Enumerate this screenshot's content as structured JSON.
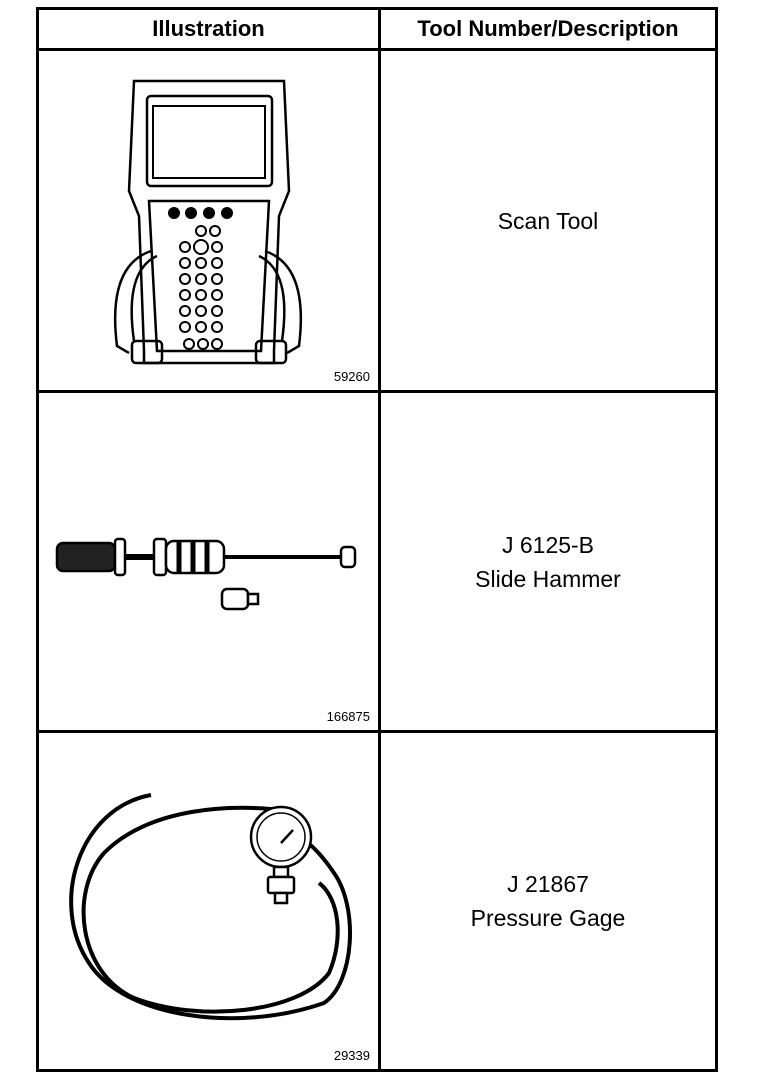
{
  "table": {
    "headers": {
      "illustration": "Illustration",
      "description": "Tool Number/Description"
    },
    "rows": [
      {
        "figure": "59260",
        "tool_number": "",
        "description": "Scan Tool",
        "icon": "scan-tool-icon"
      },
      {
        "figure": "166875",
        "tool_number": "J 6125-B",
        "description": "Slide Hammer",
        "icon": "slide-hammer-icon"
      },
      {
        "figure": "29339",
        "tool_number": "J 21867",
        "description": "Pressure Gage",
        "icon": "pressure-gage-icon"
      }
    ]
  }
}
